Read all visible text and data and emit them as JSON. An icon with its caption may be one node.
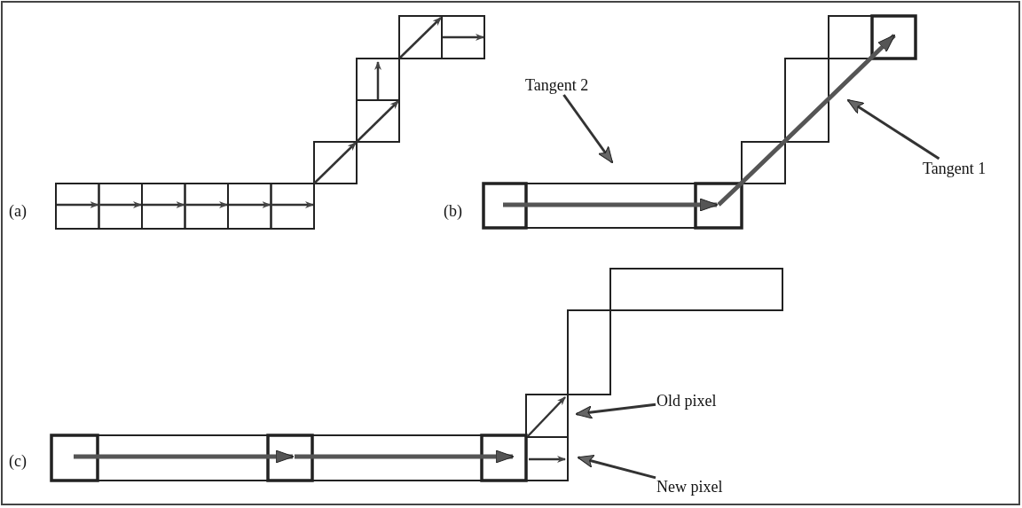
{
  "diagram": {
    "nodes": [
      {
        "text": [
          "Tangent 2"
        ]
      },
      {
        "text": [
          "Tangent 1"
        ]
      },
      {
        "text": [
          "Old pixel"
        ]
      },
      {
        "text": [
          "New pixel"
        ]
      }
    ],
    "edges": [
      {
        "from": 0,
        "to": null,
        "arrow": "to"
      },
      {
        "from": 1,
        "to": null,
        "arrow": "to"
      },
      {
        "from": 2,
        "to": null,
        "arrow": "to"
      },
      {
        "from": 3,
        "to": null,
        "arrow": "to"
      }
    ],
    "labels": [
      "(a)",
      "(b)",
      "(c)"
    ]
  }
}
